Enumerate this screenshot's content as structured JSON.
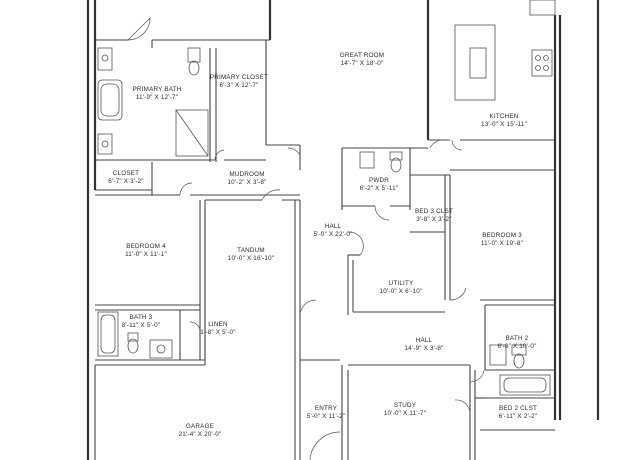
{
  "rooms": {
    "great_room": {
      "name": "GREAT ROOM",
      "dim": "14'-7\" X 18'-0\""
    },
    "kitchen": {
      "name": "KITCHEN",
      "dim": "13'-0\" X 15'-11\""
    },
    "primary_bath": {
      "name": "PRIMARY BATH",
      "dim": "11'-9\" X 12'-7\""
    },
    "primary_closet": {
      "name": "PRIMARY CLOSET",
      "dim": "6'-3\" X 12'-7\""
    },
    "closet": {
      "name": "CLOSET",
      "dim": "6'-7\" X 3'-2\""
    },
    "mudroom": {
      "name": "MUDROOM",
      "dim": "10'-2\" X 3'-8\""
    },
    "pwdr": {
      "name": "PWDR",
      "dim": "6'-2\" X 5'-11\""
    },
    "bed3_clst": {
      "name": "BED 3 CLST",
      "dim": "3'-8\" X 3'-2\""
    },
    "hall_1": {
      "name": "HALL",
      "dim": "5'-0\" X 22'-0\""
    },
    "bedroom_4": {
      "name": "BEDROOM 4",
      "dim": "11'-0\" X 11'-1\""
    },
    "tandum": {
      "name": "TANDUM",
      "dim": "10'-0\" X 16'-10\""
    },
    "bedroom_3": {
      "name": "BEDROOM 3",
      "dim": "11'-0\" X 19'-8\""
    },
    "utility": {
      "name": "UTILITY",
      "dim": "10'-0\" X 6'-10\""
    },
    "bath_3": {
      "name": "BATH 3",
      "dim": "8'-11\" X 5'-0\""
    },
    "linen": {
      "name": "LINEN",
      "dim": "1'-8\" X 5'-0\""
    },
    "hall_2": {
      "name": "HALL",
      "dim": "14'-9\" X 3'-8\""
    },
    "bath_2": {
      "name": "BATH 2",
      "dim": "6'-8\" X 10'-0\""
    },
    "entry": {
      "name": "ENTRY",
      "dim": "5'-0\" X 11'-2\""
    },
    "study": {
      "name": "STUDY",
      "dim": "10'-0\" X 11'-7\""
    },
    "garage": {
      "name": "GARAGE",
      "dim": "21'-4\" X 20'-0\""
    },
    "bed2_clst": {
      "name": "BED 2 CLST",
      "dim": "6'-11\" X 2'-2\""
    }
  }
}
